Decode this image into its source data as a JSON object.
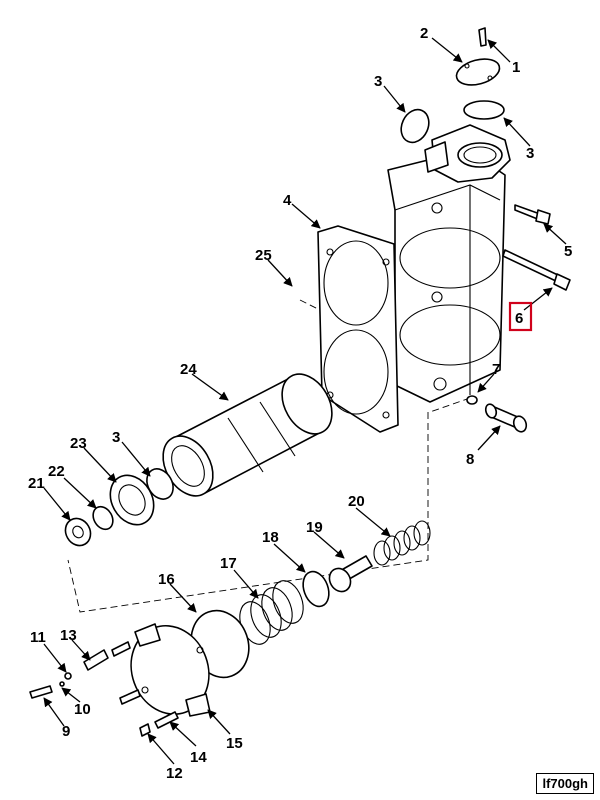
{
  "callouts": [
    "1",
    "2",
    "3",
    "3",
    "3",
    "4",
    "5",
    "6",
    "7",
    "8",
    "9",
    "10",
    "11",
    "12",
    "13",
    "14",
    "15",
    "16",
    "17",
    "18",
    "19",
    "20",
    "21",
    "22",
    "23",
    "24",
    "25"
  ],
  "highlighted_callout": "6",
  "highlight_color": "#d0021b",
  "drawing_code": "lf700gh"
}
